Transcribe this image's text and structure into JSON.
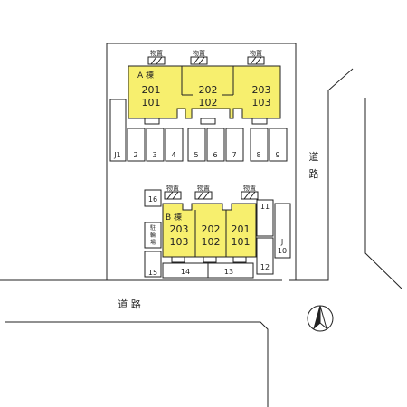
{
  "colors": {
    "building_fill": "#f7ef6e",
    "line": "#222222",
    "background": "#ffffff"
  },
  "roads": {
    "bottom_label": "道 路",
    "right_label_top": "道",
    "right_label_bottom": "路"
  },
  "storage_label": "物置",
  "building_a": {
    "label": "A 棟",
    "units": [
      {
        "upper": "201",
        "lower": "101"
      },
      {
        "upper": "202",
        "lower": "102"
      },
      {
        "upper": "203",
        "lower": "103"
      }
    ]
  },
  "building_b": {
    "label": "B 棟",
    "units": [
      {
        "upper": "203",
        "lower": "103"
      },
      {
        "upper": "202",
        "lower": "102"
      },
      {
        "upper": "201",
        "lower": "101"
      }
    ]
  },
  "bicycle_parking": {
    "line1": "駐",
    "line2": "輪",
    "line3": "場"
  },
  "parking": {
    "j1": "J1",
    "j10_line1": "J",
    "j10_line2": "10",
    "s2": "2",
    "s3": "3",
    "s4": "4",
    "s5": "5",
    "s6": "6",
    "s7": "7",
    "s8": "8",
    "s9": "9",
    "s11": "11",
    "s12": "12",
    "s13": "13",
    "s14": "14",
    "s15": "15",
    "s16": "16"
  },
  "compass": {
    "icon": "north-arrow-icon"
  }
}
